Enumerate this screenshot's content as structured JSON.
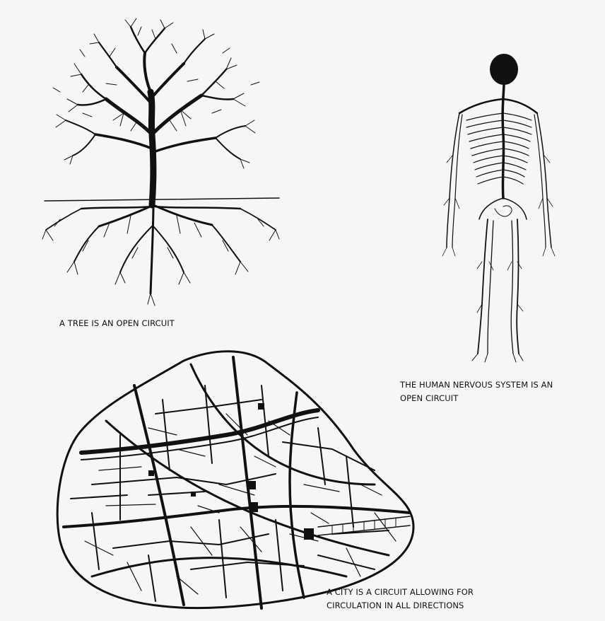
{
  "captions": {
    "tree": "A TREE IS AN OPEN CIRCUIT",
    "nervous_line1": "THE HUMAN NERVOUS SYSTEM IS AN",
    "nervous_line2": "OPEN CIRCUIT",
    "city_line1": "A CITY IS A CIRCUIT ALLOWING FOR",
    "city_line2": "CIRCULATION IN ALL DIRECTIONS"
  },
  "colors": {
    "ink": "#111111",
    "paper": "#f6f6f4"
  }
}
